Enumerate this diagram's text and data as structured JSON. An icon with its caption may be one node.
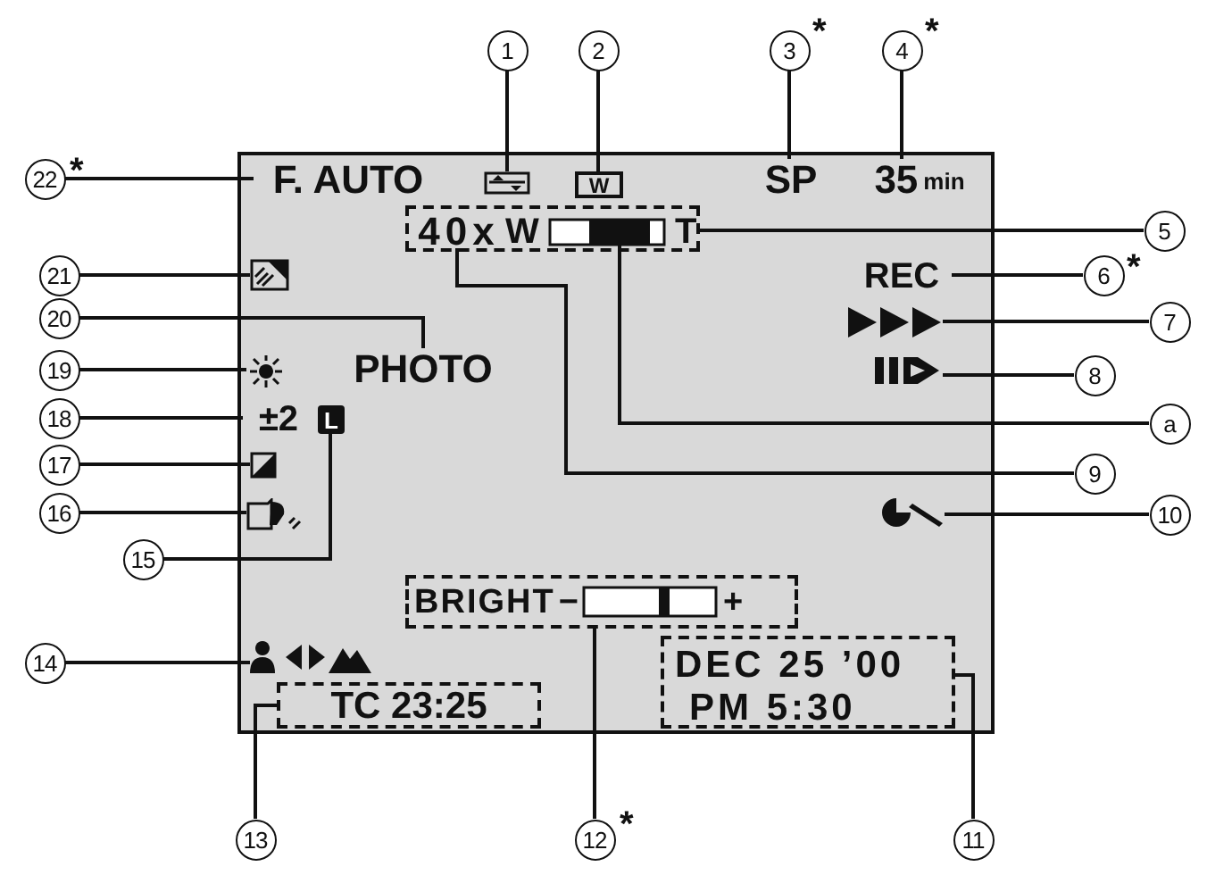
{
  "diagram": {
    "nodes": [
      {
        "text": [
          "1"
        ]
      },
      {
        "text": [
          "2"
        ]
      },
      {
        "text": [
          "3"
        ],
        "beside": [
          "*"
        ]
      },
      {
        "text": [
          "4"
        ],
        "beside": [
          "*"
        ]
      },
      {
        "text": [
          "22"
        ],
        "beside": [
          "*"
        ]
      },
      {
        "text": [
          "5"
        ]
      },
      {
        "text": [
          "6"
        ],
        "beside": [
          "*"
        ]
      },
      {
        "text": [
          "21"
        ]
      },
      {
        "text": [
          "7"
        ]
      },
      {
        "text": [
          "20"
        ]
      },
      {
        "text": [
          "19"
        ]
      },
      {
        "text": [
          "8"
        ]
      },
      {
        "text": [
          "18"
        ]
      },
      {
        "text": [
          "a"
        ]
      },
      {
        "text": [
          "17"
        ]
      },
      {
        "text": [
          "9"
        ]
      },
      {
        "text": [
          "16"
        ]
      },
      {
        "text": [
          "10"
        ]
      },
      {
        "text": [
          "15"
        ]
      },
      {
        "text": [
          "14"
        ]
      },
      {
        "text": [
          "13"
        ]
      },
      {
        "text": [
          "12"
        ],
        "beside": [
          "*"
        ]
      },
      {
        "text": [
          "11"
        ]
      },
      {
        "text": [
          "F. AUTO"
        ]
      },
      {
        "text": [],
        "shape": "icon"
      },
      {
        "text": [
          "W"
        ]
      },
      {
        "text": [
          "SP"
        ]
      },
      {
        "text": [
          "35",
          "min"
        ]
      },
      {
        "text": [
          "W",
          "T"
        ]
      },
      {
        "text": [
          "40x"
        ],
        "in": 28
      },
      {
        "text": [],
        "shape": "bar",
        "in": 28
      },
      {
        "text": [
          "REC"
        ]
      },
      {
        "text": [],
        "shape": "icon"
      },
      {
        "text": [],
        "shape": "icon"
      },
      {
        "text": [
          "PHOTO"
        ]
      },
      {
        "text": [],
        "shape": "circle"
      },
      {
        "text": [],
        "shape": "icon"
      },
      {
        "text": [
          "±2"
        ]
      },
      {
        "text": [
          "L"
        ]
      },
      {
        "text": [],
        "shape": "box"
      },
      {
        "text": [],
        "shape": "icon"
      },
      {
        "text": [],
        "shape": "icon"
      },
      {
        "text": [
          "BRIGHT",
          "−",
          "+"
        ]
      },
      {
        "text": [],
        "shape": "icon"
      },
      {
        "text": [
          "DEC 25 ’00",
          "PM 5:30"
        ]
      },
      {
        "text": [
          "TC 23:25"
        ]
      }
    ],
    "edges": [
      {
        "from": 0,
        "to": 24,
        "arrow": "none"
      },
      {
        "from": 1,
        "to": 25,
        "arrow": "none"
      },
      {
        "from": 2,
        "to": 26,
        "arrow": "none"
      },
      {
        "from": 3,
        "to": 27,
        "arrow": "none"
      },
      {
        "from": 4,
        "to": 23,
        "arrow": "none"
      },
      {
        "from": 5,
        "to": 28,
        "arrow": "none"
      },
      {
        "from": 6,
        "to": 31,
        "arrow": "none"
      },
      {
        "from": 7,
        "to": 32,
        "arrow": "none"
      },
      {
        "from": 8,
        "to": 33,
        "arrow": "none"
      },
      {
        "from": 9,
        "to": 34,
        "arrow": "none"
      },
      {
        "from": 10,
        "to": 35,
        "arrow": "none"
      },
      {
        "from": 11,
        "to": 36,
        "arrow": "none"
      },
      {
        "from": 12,
        "to": 37,
        "arrow": "none"
      },
      {
        "from": 13,
        "to": 30,
        "arrow": "none"
      },
      {
        "from": 14,
        "to": 39,
        "arrow": "none"
      },
      {
        "from": 15,
        "to": 29,
        "arrow": "none"
      },
      {
        "from": 16,
        "to": 40,
        "arrow": "none"
      },
      {
        "from": 17,
        "to": 41,
        "arrow": "none"
      },
      {
        "from": 18,
        "to": 38,
        "arrow": "none"
      },
      {
        "from": 19,
        "to": 43,
        "arrow": "none"
      },
      {
        "from": 20,
        "to": 45,
        "arrow": "none"
      },
      {
        "from": 21,
        "to": 42,
        "arrow": "none"
      },
      {
        "from": 22,
        "to": 44,
        "arrow": "none"
      }
    ]
  }
}
